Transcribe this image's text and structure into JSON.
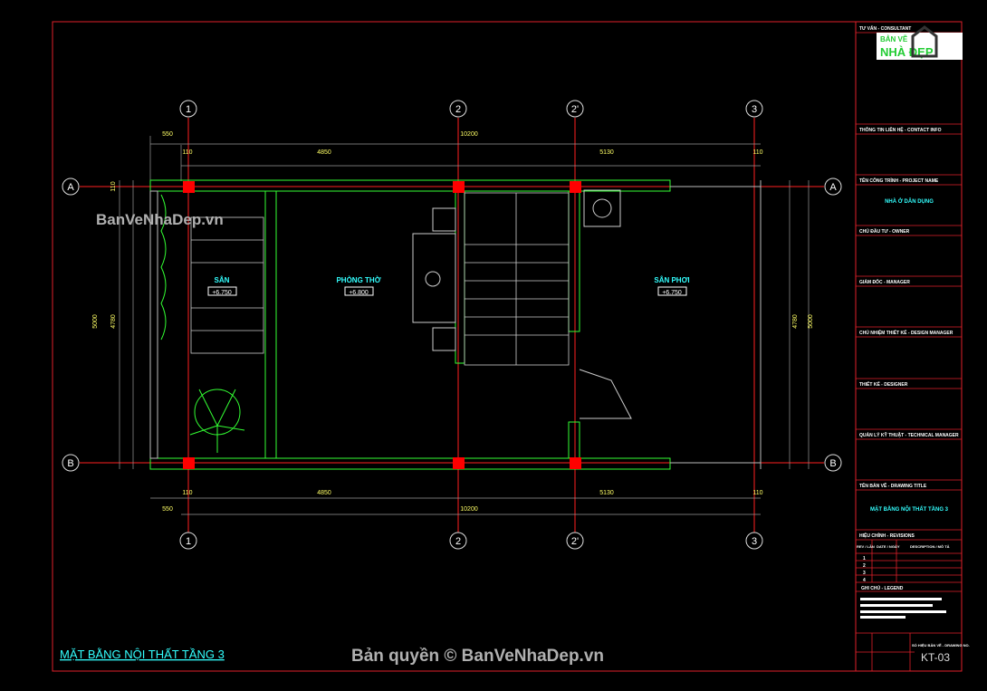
{
  "drawing": {
    "title": "MẶT BẰNG NỘI THẤT TẦNG 3",
    "watermark_bottom": "Bản quyền © BanVeNhaDep.vn",
    "watermark_left": "BanVeNhaDep.vn",
    "logo": {
      "line1": "BẢN VẼ",
      "line2": "NHÀ ĐẸP"
    },
    "grid_axes": {
      "vertical": [
        "1",
        "2",
        "2'",
        "3"
      ],
      "horizontal": [
        "A",
        "B"
      ]
    },
    "dimensions_top": {
      "overall": "10200",
      "left_offset": "550",
      "wall_left": "110",
      "span1": "4850",
      "span2": "5130",
      "wall_right": "110"
    },
    "dimensions_bottom": {
      "overall": "10200",
      "left_offset": "550",
      "wall_left": "110",
      "span1": "4850",
      "span2": "5130",
      "wall_right": "110"
    },
    "dimensions_side": {
      "overall": "5000",
      "inner": "4780",
      "wall": "110"
    },
    "rooms": [
      {
        "name": "SÂN",
        "level": "+6.750"
      },
      {
        "name": "PHÒNG THỜ",
        "level": "+6.800"
      },
      {
        "name": "SÂN PHƠI",
        "level": "+6.750"
      }
    ],
    "colors": {
      "frame": "#e0202a",
      "wall": "#33ff33",
      "grid": "#ff2020",
      "text": "#33ffff",
      "dim": "#ffff66"
    }
  },
  "title_block": {
    "consultant": "TƯ VẤN - CONSULTANT",
    "contact": "THÔNG TIN LIÊN HỆ - CONTACT INFO",
    "project_label": "TÊN CÔNG TRÌNH - PROJECT NAME",
    "project_name": "NHÀ Ở DÂN DỤNG",
    "owner": "CHỦ ĐẦU TƯ - OWNER",
    "manager": "GIÁM ĐỐC - MANAGER",
    "design_manager": "CHỦ NHIỆM THIẾT KẾ - DESIGN MANAGER",
    "designer": "THIẾT KẾ - DESIGNER",
    "technical_manager": "QUẢN LÝ KỸ THUẬT - TECHNICAL MANAGER",
    "drawing_title_label": "TÊN BẢN VẼ - DRAWING TITLE",
    "drawing_title": "MẶT BẰNG NỘI THẤT TẦNG 3",
    "revision_label": "HIỆU CHỈNH - REVISIONS",
    "rev_headers": [
      "REV / LẦN",
      "DATE / NGÀY",
      "DESCRIPTION / MÔ TẢ"
    ],
    "rev_rows": [
      "1",
      "2",
      "3",
      "4"
    ],
    "legend_label": "GHI CHÚ - LEGEND",
    "sheet_label": "SỐ HIỆU BẢN VẼ - DRAWING NO.",
    "sheet_number": "KT-03"
  }
}
